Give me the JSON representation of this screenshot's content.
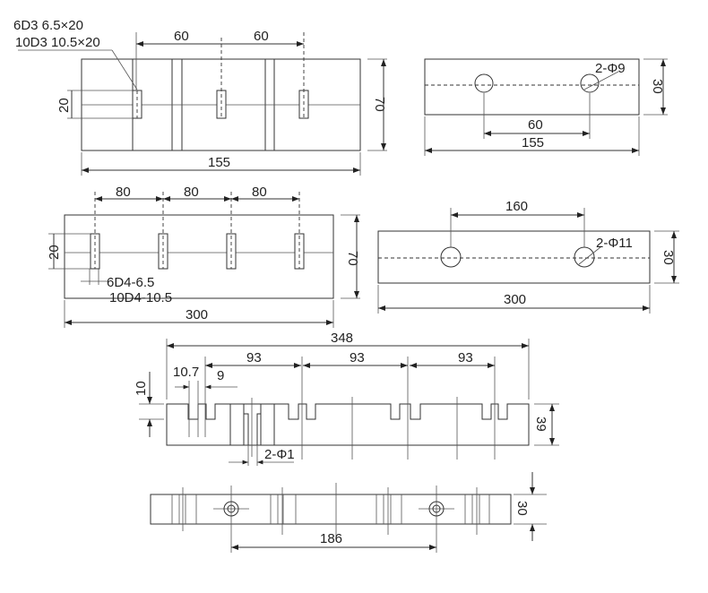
{
  "view1": {
    "label1": "6D3   6.5×20",
    "label2": "10D3   10.5×20",
    "dim_spacing_a": "60",
    "dim_spacing_b": "60",
    "dim_width": "155",
    "dim_height": "70",
    "dim_slot": "20"
  },
  "view2": {
    "holes": "2-Φ9",
    "dim_spacing": "60",
    "dim_width": "155",
    "dim_height": "30"
  },
  "view3": {
    "dims_spacing": [
      "80",
      "80",
      "80"
    ],
    "label1": "6D4-6.5",
    "label2": "10D4-10.5",
    "dim_width": "300",
    "dim_height": "70",
    "dim_slot": "20"
  },
  "view4": {
    "dim_spacing": "160",
    "holes": "2-Φ11",
    "dim_width": "300",
    "dim_height": "30"
  },
  "view5": {
    "dim_total": "348",
    "dims_spacing": [
      "93",
      "93",
      "93"
    ],
    "dim_a": "10.7",
    "dim_b": "9",
    "dim_depth": "10",
    "dim_height": "39",
    "holes": "2-Φ1"
  },
  "view6": {
    "dim_spacing": "186",
    "dim_height": "30"
  }
}
